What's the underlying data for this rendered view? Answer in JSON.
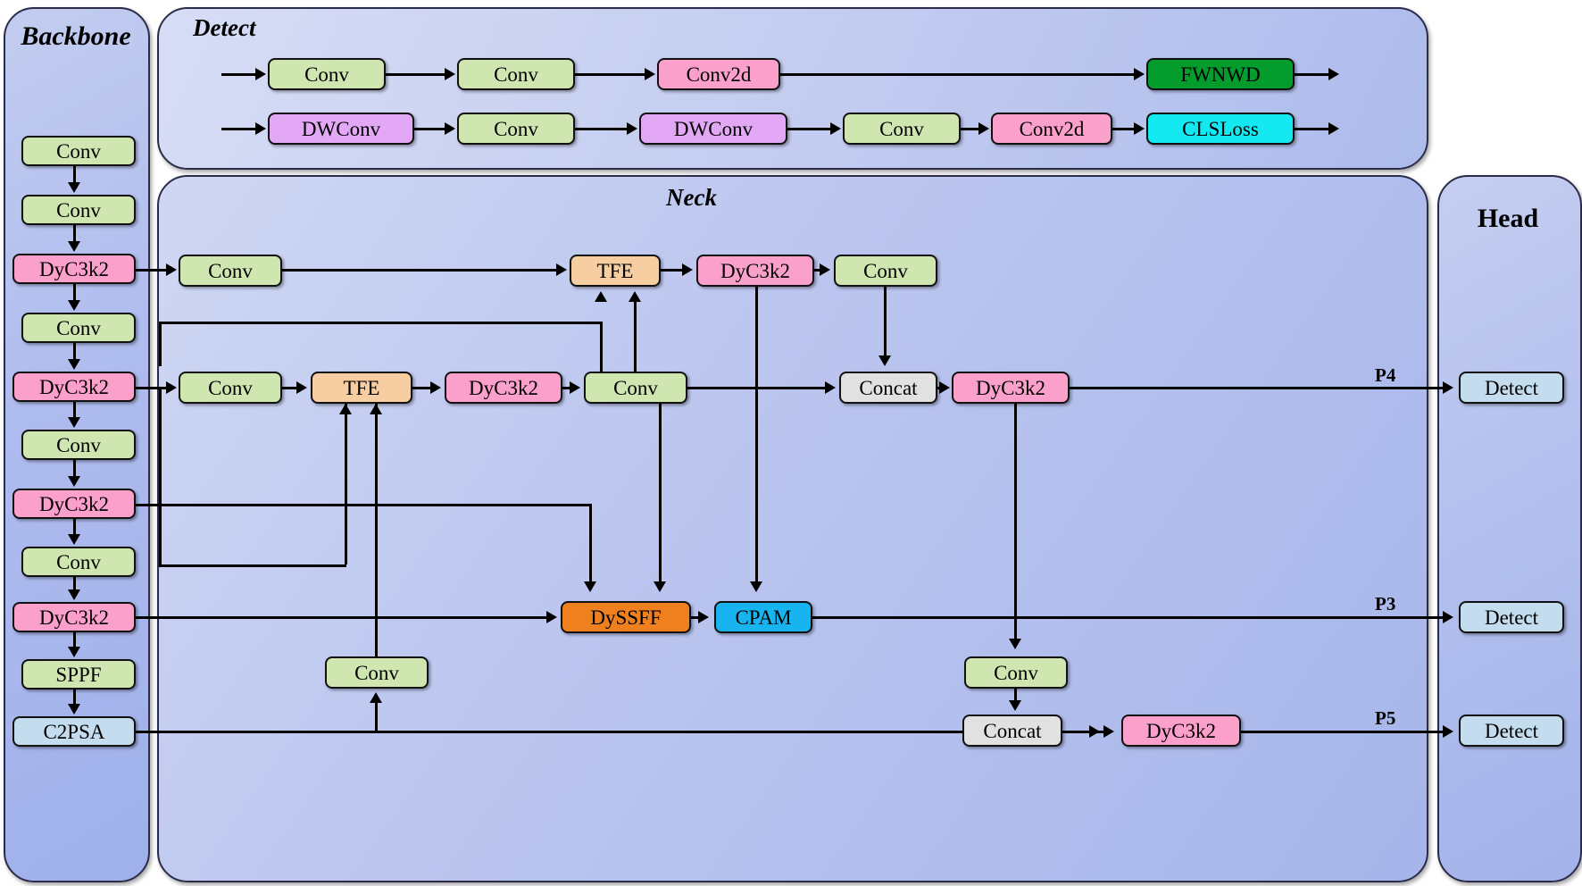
{
  "sections": {
    "backbone": {
      "title": "Backbone"
    },
    "detect": {
      "title": "Detect"
    },
    "neck": {
      "title": "Neck"
    },
    "head": {
      "title": "Head"
    }
  },
  "backbone": {
    "blocks": [
      {
        "label": "Conv",
        "color": "green"
      },
      {
        "label": "Conv",
        "color": "green"
      },
      {
        "label": "DyC3k2",
        "color": "pink"
      },
      {
        "label": "Conv",
        "color": "green"
      },
      {
        "label": "DyC3k2",
        "color": "pink"
      },
      {
        "label": "Conv",
        "color": "green"
      },
      {
        "label": "DyC3k2",
        "color": "pink"
      },
      {
        "label": "Conv",
        "color": "green"
      },
      {
        "label": "DyC3k2",
        "color": "pink"
      },
      {
        "label": "SPPF",
        "color": "green"
      },
      {
        "label": "C2PSA",
        "color": "lblue"
      }
    ]
  },
  "detect": {
    "row1": [
      {
        "label": "Conv",
        "color": "green"
      },
      {
        "label": "Conv",
        "color": "green"
      },
      {
        "label": "Conv2d",
        "color": "pink"
      },
      {
        "label": "FWNWD",
        "color": "darkgreen"
      }
    ],
    "row2": [
      {
        "label": "DWConv",
        "color": "purple"
      },
      {
        "label": "Conv",
        "color": "green"
      },
      {
        "label": "DWConv",
        "color": "purple"
      },
      {
        "label": "Conv",
        "color": "green"
      },
      {
        "label": "Conv2d",
        "color": "pink"
      },
      {
        "label": "CLSLoss",
        "color": "aqua"
      }
    ]
  },
  "neck": {
    "row_top": [
      {
        "label": "Conv",
        "color": "green"
      },
      {
        "label": "TFE",
        "color": "orange"
      },
      {
        "label": "DyC3k2",
        "color": "pink"
      },
      {
        "label": "Conv",
        "color": "green"
      }
    ],
    "row_mid": [
      {
        "label": "Conv",
        "color": "green"
      },
      {
        "label": "TFE",
        "color": "orange"
      },
      {
        "label": "DyC3k2",
        "color": "pink"
      },
      {
        "label": "Conv",
        "color": "green"
      },
      {
        "label": "Concat",
        "color": "gray"
      },
      {
        "label": "DyC3k2",
        "color": "pink"
      }
    ],
    "row_low": [
      {
        "label": "DySSFF",
        "color": "deeporange"
      },
      {
        "label": "CPAM",
        "color": "cyan"
      }
    ],
    "row_bottom": [
      {
        "label": "Conv",
        "color": "green"
      },
      {
        "label": "Conv",
        "color": "green"
      },
      {
        "label": "Concat",
        "color": "gray"
      },
      {
        "label": "DyC3k2",
        "color": "pink"
      }
    ],
    "pyramid_labels": {
      "p4": "P4",
      "p3": "P3",
      "p5": "P5"
    }
  },
  "head": {
    "blocks": [
      {
        "label": "Detect",
        "color": "lblue"
      },
      {
        "label": "Detect",
        "color": "lblue"
      },
      {
        "label": "Detect",
        "color": "lblue"
      }
    ]
  },
  "colors": {
    "green": "#cfe6b0",
    "pink": "#fb9fcb",
    "purple": "#e2a8f5",
    "orange": "#f7cda2",
    "deeporange": "#ef8020",
    "cyan": "#18b4ef",
    "gray": "#e1e1e1",
    "darkgreen": "#059c2e",
    "aqua": "#14e9f2",
    "lblue": "#c3dcee",
    "panel": "#b6c2ef",
    "stroke": "#111111"
  }
}
